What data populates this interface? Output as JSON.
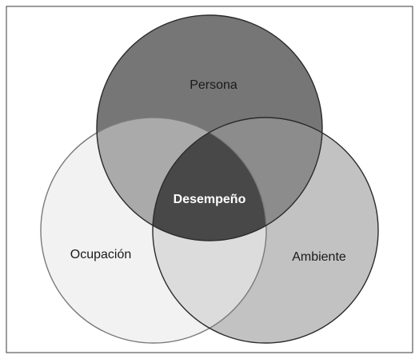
{
  "diagram": {
    "type": "venn",
    "sets": [
      {
        "id": "persona",
        "label": "Persona",
        "color": "#767676"
      },
      {
        "id": "ocupacion",
        "label": "Ocupación",
        "color": "#f2f2f2"
      },
      {
        "id": "ambiente",
        "label": "Ambiente",
        "color": "#c2c2c2"
      }
    ],
    "overlaps": {
      "persona_ocupacion": {
        "color": "#aaaaaa"
      },
      "persona_ambiente": {
        "color": "#8c8c8c"
      },
      "ocupacion_ambiente": {
        "color": "#dcdcdc"
      },
      "all": {
        "label": "Desempeño",
        "color": "#484848"
      }
    },
    "stroke_color": "#2b2b2b",
    "frame_color": "#3a3a3a"
  }
}
